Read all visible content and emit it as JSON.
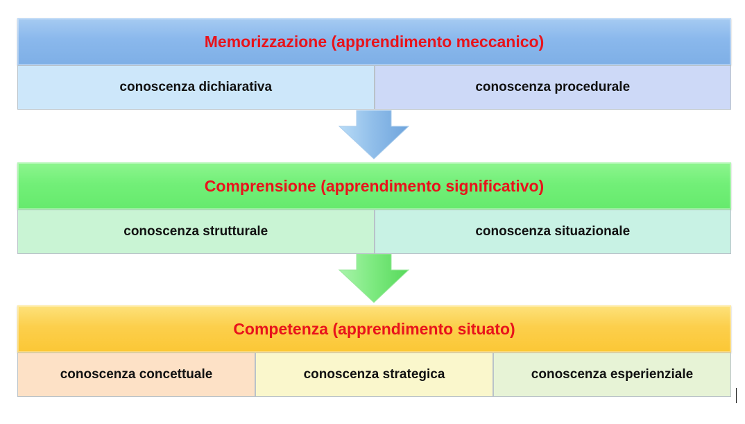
{
  "levels": [
    {
      "title": "Memorizzazione (apprendimento meccanico)",
      "cells": [
        "conoscenza dichiarativa",
        "conoscenza procedurale"
      ],
      "header_color": "#8ab8ec",
      "cell_colors": [
        "#cde7fa",
        "#cdd9f7"
      ]
    },
    {
      "title": "Comprensione (apprendimento significativo)",
      "cells": [
        "conoscenza strutturale",
        "conoscenza situazionale"
      ],
      "header_color": "#72ef78",
      "cell_colors": [
        "#c9f4d4",
        "#c8f2e4"
      ]
    },
    {
      "title": "Competenza (apprendimento situato)",
      "cells": [
        "conoscenza concettuale",
        "conoscenza strategica",
        "conoscenza esperienziale"
      ],
      "header_color": "#fccf4c",
      "cell_colors": [
        "#fde1c6",
        "#faf7cc",
        "#e7f3d6"
      ]
    }
  ],
  "arrows": [
    {
      "icon": "down-arrow-icon",
      "color": "#8fbde9"
    },
    {
      "icon": "down-arrow-icon",
      "color": "#7ce97f"
    }
  ],
  "title_color": "#e8131b"
}
